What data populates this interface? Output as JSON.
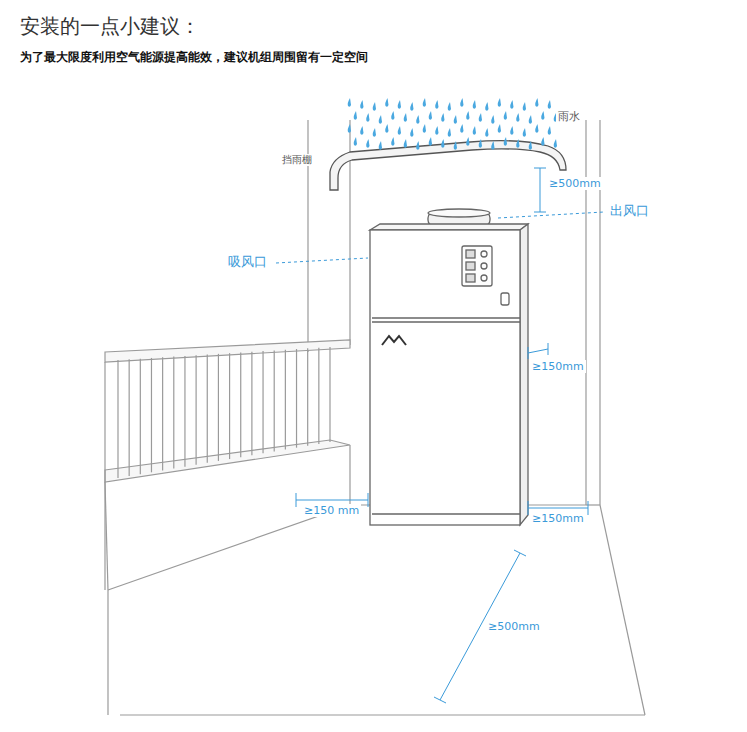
{
  "diagram": {
    "title": "安装的一点小建议：",
    "labels": [
      "为了最大限度利用空气能源提高能效，建议机组周围留有一定空间",
      "雨水",
      "挡雨棚",
      "≥500mm",
      "出风口",
      "吸风口",
      "≥150mm",
      "≥150 mm",
      "≥150mm",
      "≥500mm"
    ]
  }
}
